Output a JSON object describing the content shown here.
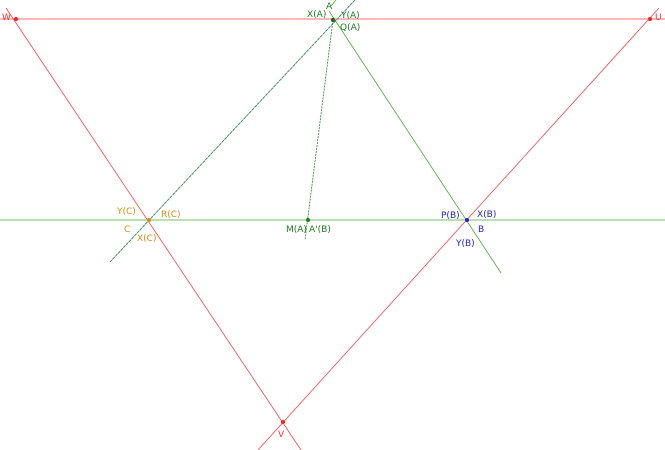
{
  "colors": {
    "red": "#ff3030",
    "green": "#3a9a2a",
    "darkgreen": "#1e7a1e",
    "blue": "#2222dd",
    "orange": "#e08a10",
    "bluegreen": "#1a5a8a"
  },
  "labels": {
    "W": "W",
    "U": "U",
    "V": "V",
    "A": "A",
    "XA": "X(A)",
    "YA": "Y(A)",
    "QA": "Q(A)",
    "YC": "Y(C)",
    "RC": "R(C)",
    "C": "C",
    "XC": "X(C)",
    "MA": "M(A)",
    "ApB": "A'(B)",
    "PB": "P(B)",
    "XB": "X(B)",
    "B": "B",
    "YB": "Y(B)"
  }
}
